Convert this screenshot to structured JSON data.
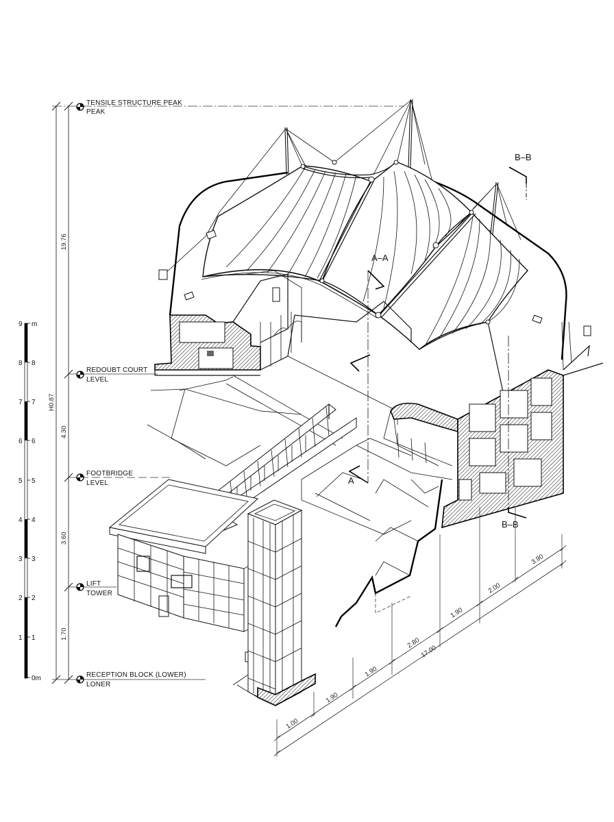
{
  "drawing": {
    "type": "isometric cutaway architectural drawing",
    "levels": [
      {
        "id": "peak",
        "title": "TENSILE STRUCTURE PEAK",
        "subtitle": "PEAK"
      },
      {
        "id": "redoubt",
        "title": "REDOUBT COURT",
        "subtitle": "LEVEL"
      },
      {
        "id": "footbridge",
        "title": "FOOTBRIDGE",
        "subtitle": "LEVEL"
      },
      {
        "id": "lift",
        "title": "LIFT",
        "subtitle": "TOWER"
      },
      {
        "id": "reception",
        "title": "RECEPTION BLOCK (LOWER)",
        "subtitle": "LONER"
      }
    ],
    "vertical_dimensions": {
      "segments": [
        "19.76",
        "4.30",
        "3.60",
        "1.70"
      ],
      "overall": "H0.87"
    },
    "horizontal_dimensions": {
      "segments": [
        "1.00",
        "1.90",
        "1.90",
        "2.80",
        "1.90",
        "2.00",
        "3.90"
      ],
      "overall": "17.00"
    },
    "sections": {
      "aa_top": "A–A",
      "aa_bottom": "A",
      "bb_top": "B–B",
      "bb_bottom": "B–B"
    },
    "scale_bar": {
      "unit": "m",
      "left_ticks": [
        "9",
        "8",
        "7",
        "6",
        "5",
        "4",
        "3",
        "2",
        "1"
      ],
      "right_ticks": [
        "m",
        "8",
        "7",
        "6",
        "5",
        "4",
        "3",
        "2",
        "1",
        "0m"
      ]
    }
  }
}
